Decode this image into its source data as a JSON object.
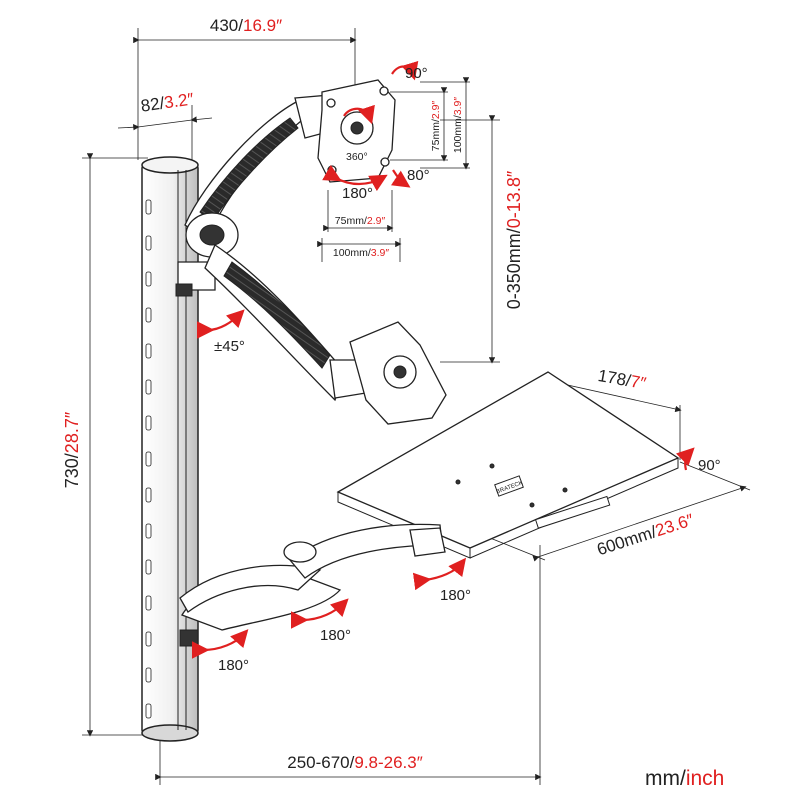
{
  "colors": {
    "ink": "#222222",
    "accent": "#e02020"
  },
  "dims": {
    "overall_width": {
      "metric": "430/",
      "imperial": "16.9″"
    },
    "pole_offset": {
      "metric": "82/",
      "imperial": "3.2″"
    },
    "pole_height": {
      "metric": "730/",
      "imperial": "28.7″"
    },
    "height_travel": {
      "metric": "0-350mm/",
      "imperial": "0-13.8″"
    },
    "reach": {
      "metric": "250-670/",
      "imperial": "9.8-26.3″"
    },
    "tray_depth": {
      "metric": "178/",
      "imperial": "7″"
    },
    "tray_width": {
      "metric": "600mm/",
      "imperial": "23.6″"
    },
    "vesa_h75": {
      "metric": "75mm/",
      "imperial": "2.9″"
    },
    "vesa_h100": {
      "metric": "100mm/",
      "imperial": "3.9″"
    },
    "vesa_v75": {
      "metric": "75mm/",
      "imperial": "2.9″"
    },
    "vesa_v100": {
      "metric": "100mm/",
      "imperial": "3.9″"
    }
  },
  "angles": {
    "top_tilt": "90°",
    "rotation": "360°",
    "swivel": "180°",
    "tilt": "80°",
    "elbow": "±45°",
    "tray_tilt": "90°",
    "tray_swivel": "180°",
    "arm_swivel": "180°",
    "base_swivel": "180°"
  },
  "units": {
    "metric": "mm/",
    "imperial": "inch"
  },
  "brand_mark": "BRATECK"
}
